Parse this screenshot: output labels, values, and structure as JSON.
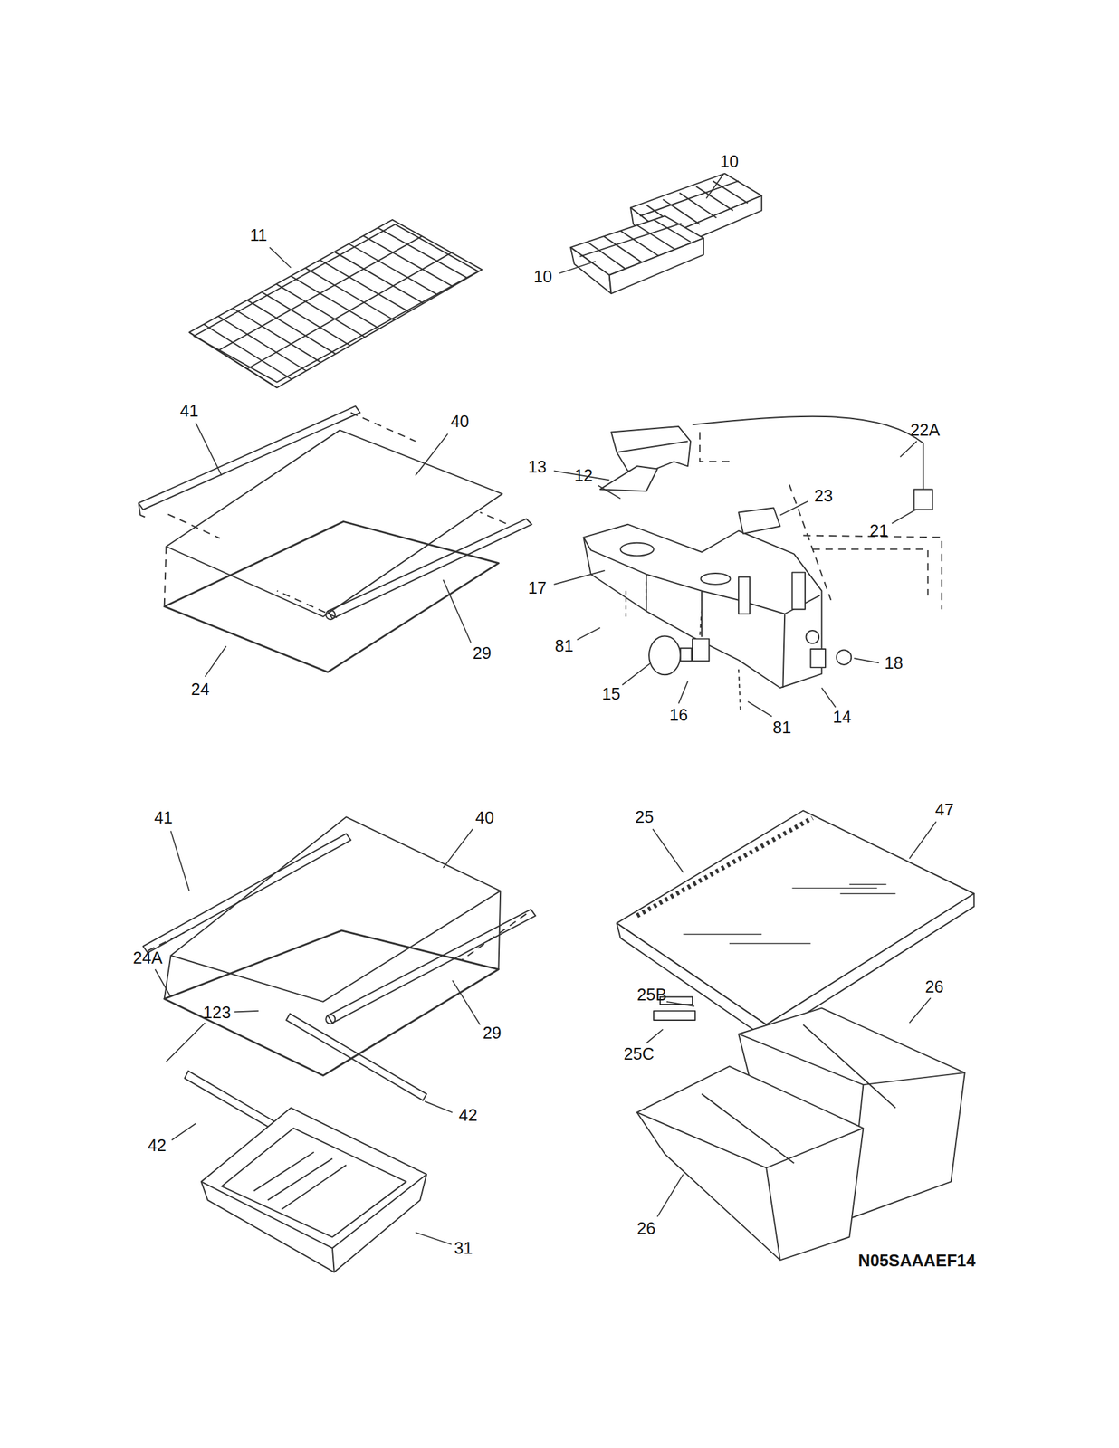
{
  "diagram": {
    "labels": [
      "10",
      "11",
      "10",
      "41",
      "40",
      "12",
      "22A",
      "13",
      "23",
      "21",
      "17",
      "29",
      "81",
      "18",
      "24",
      "15",
      "16",
      "14",
      "81",
      "41",
      "40",
      "25",
      "47",
      "24A",
      "123",
      "25B",
      "26",
      "29",
      "25C",
      "42",
      "42",
      "26",
      "31",
      "N05SAAAEF14"
    ]
  }
}
